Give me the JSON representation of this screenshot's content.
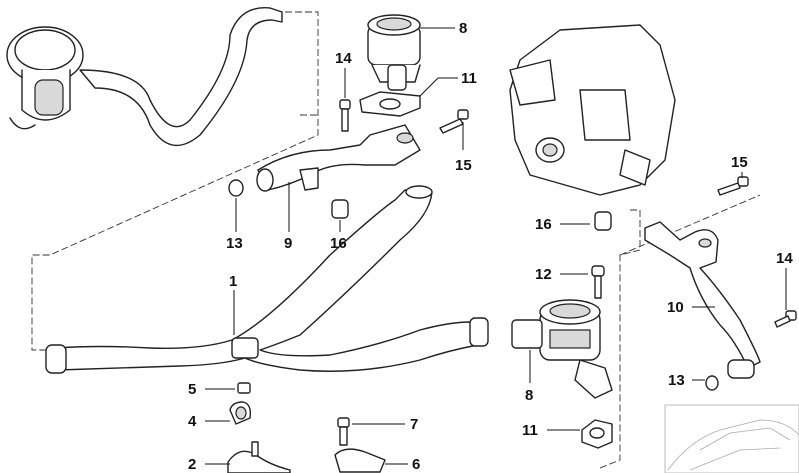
{
  "diagram": {
    "title": "Secondary air system parts diagram",
    "callouts": {
      "c8_top": "8",
      "c14_top": "14",
      "c11_top": "11",
      "c15_left": "15",
      "c13_left": "13",
      "c9": "9",
      "c16_left": "16",
      "c1": "1",
      "c5": "5",
      "c4": "4",
      "c2": "2",
      "c7": "7",
      "c6": "6",
      "c15_right": "15",
      "c16_right": "16",
      "c12": "12",
      "c14_right": "14",
      "c10": "10",
      "c8_bottom": "8",
      "c13_right": "13",
      "c11_bottom": "11"
    }
  }
}
